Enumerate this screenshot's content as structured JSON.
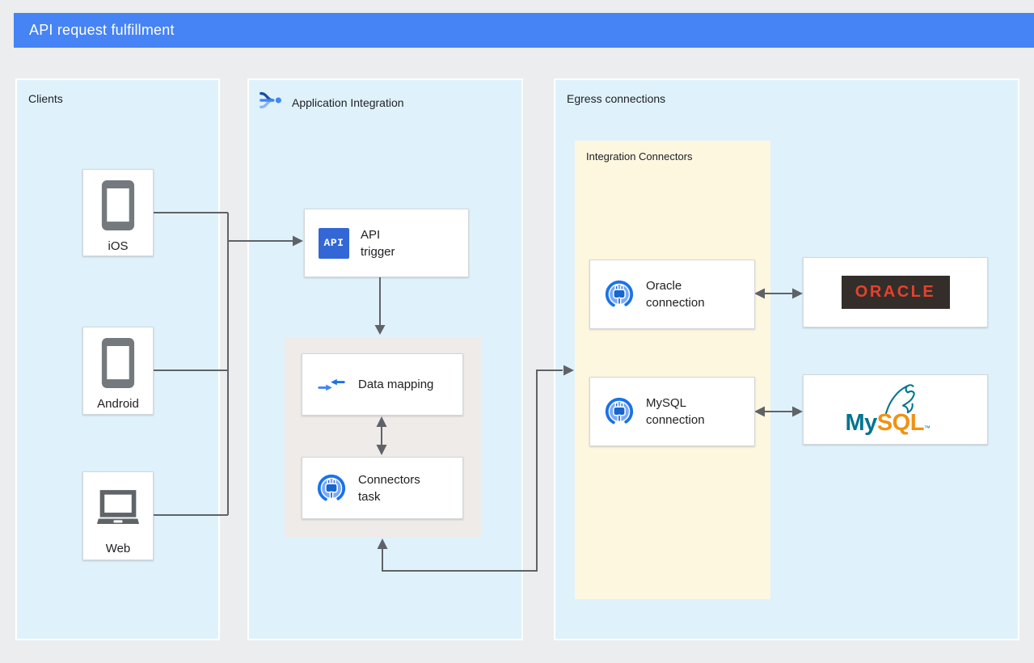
{
  "title_bar": {
    "title": "API request fulfillment"
  },
  "panels": {
    "clients": {
      "label": "Clients",
      "nodes": {
        "ios": {
          "label": "iOS"
        },
        "android": {
          "label": "Android"
        },
        "web": {
          "label": "Web"
        }
      }
    },
    "application_integration": {
      "label": "Application Integration",
      "nodes": {
        "api_trigger": {
          "label": "API\ntrigger",
          "icon_text": "API"
        },
        "data_mapping": {
          "label": "Data mapping"
        },
        "connectors_task": {
          "label": "Connectors\ntask"
        }
      }
    },
    "egress": {
      "label": "Egress connections",
      "integration_connectors": {
        "label": "Integration Connectors",
        "nodes": {
          "oracle_connection": {
            "label": "Oracle\nconnection"
          },
          "mysql_connection": {
            "label": "MySQL\nconnection"
          }
        }
      },
      "targets": {
        "oracle": {
          "logo_text": "ORACLE"
        },
        "mysql": {
          "logo_my": "My",
          "logo_sql": "SQL",
          "trademark": "™"
        }
      }
    }
  },
  "colors": {
    "title_bar_blue": "#4683F4",
    "panel_blue": "#DFF2FC",
    "panel_yellow": "#FEF7E0",
    "panel_gray": "#EFEBE9",
    "wire_gray": "#5F6368",
    "api_chip_blue": "#3367D6",
    "connector_blue": "#1A73E8",
    "oracle_red": "#E5412D",
    "oracle_box_dark": "#332E2A",
    "mysql_teal": "#00758F",
    "mysql_orange": "#F29111"
  }
}
